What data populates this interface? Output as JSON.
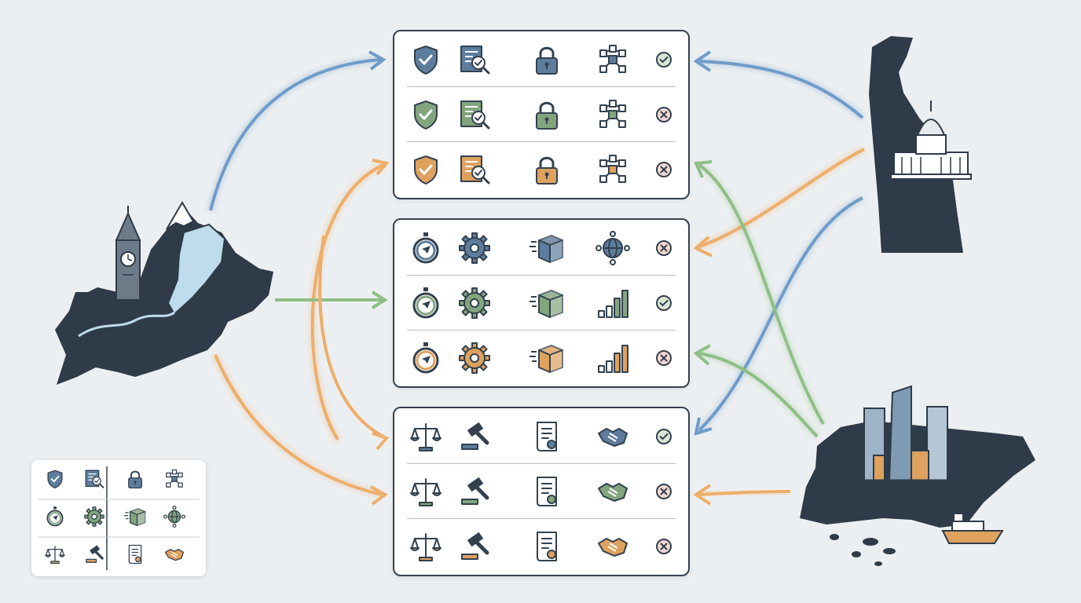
{
  "colors": {
    "background": "#eceff1",
    "ink": "#33414f",
    "blue": "#5e7d9c",
    "green": "#82a57e",
    "orange": "#dea15e",
    "gray": "#b9c1c8",
    "arrow_blue": "#6f9cc9",
    "arrow_green": "#8fbf86",
    "arrow_orange": "#eeae6a",
    "land": "#2f3b49"
  },
  "regions": [
    {
      "name": "mountain-lake-region-map",
      "landmarks": [
        "clock-tower-icon",
        "mountain-icon",
        "lake-icon",
        "river-icon"
      ]
    },
    {
      "name": "coastal-state-map",
      "landmarks": [
        "capitol-building-icon"
      ]
    },
    {
      "name": "island-city-map",
      "landmarks": [
        "skyscrapers-icon",
        "cargo-ship-icon"
      ]
    }
  ],
  "panels": [
    {
      "name": "security-compliance",
      "icons": [
        "shield-check-icon",
        "document-inspect-icon",
        "padlock-icon",
        "network-nodes-icon"
      ],
      "rows": [
        {
          "tone": "blue",
          "status": "check"
        },
        {
          "tone": "green",
          "status": "cross"
        },
        {
          "tone": "orange",
          "status": "cross"
        }
      ]
    },
    {
      "name": "operations-logistics",
      "icons": [
        "stopwatch-icon",
        "gear-icon",
        "package-icon",
        "globe-network-icon"
      ],
      "rows": [
        {
          "tone": "blue",
          "status": "cross",
          "last_icon": "globe-network-icon"
        },
        {
          "tone": "green",
          "status": "check",
          "last_icon": "bar-chart-icon"
        },
        {
          "tone": "orange",
          "status": "cross",
          "last_icon": "bar-chart-icon"
        }
      ]
    },
    {
      "name": "legal-contracts",
      "icons": [
        "scales-icon",
        "gavel-icon",
        "certificate-scroll-icon",
        "handshake-icon"
      ],
      "rows": [
        {
          "tone": "blue",
          "status": "check"
        },
        {
          "tone": "green",
          "status": "cross"
        },
        {
          "tone": "orange",
          "status": "cross"
        }
      ]
    }
  ],
  "legend": {
    "rows": [
      {
        "tone": "blue",
        "icons": [
          "shield-check-icon",
          "document-inspect-icon",
          "padlock-icon",
          "network-nodes-icon"
        ]
      },
      {
        "tone": "green",
        "icons": [
          "stopwatch-icon",
          "gear-icon",
          "package-icon",
          "globe-network-icon"
        ]
      },
      {
        "tone": "orange",
        "icons": [
          "scales-icon",
          "gavel-icon",
          "certificate-scroll-icon",
          "handshake-icon"
        ]
      }
    ]
  },
  "flows": [
    {
      "from": "mountain-lake-region-map",
      "to": "security-compliance",
      "color": "blue"
    },
    {
      "from": "mountain-lake-region-map",
      "to": "security-compliance",
      "color": "orange"
    },
    {
      "from": "mountain-lake-region-map",
      "to": "operations-logistics",
      "color": "green"
    },
    {
      "from": "mountain-lake-region-map",
      "to": "legal-contracts",
      "color": "orange"
    },
    {
      "from": "coastal-state-map",
      "to": "security-compliance",
      "color": "blue"
    },
    {
      "from": "coastal-state-map",
      "to": "operations-logistics",
      "color": "orange"
    },
    {
      "from": "coastal-state-map",
      "to": "legal-contracts",
      "color": "blue"
    },
    {
      "from": "island-city-map",
      "to": "security-compliance",
      "color": "green"
    },
    {
      "from": "island-city-map",
      "to": "operations-logistics",
      "color": "green"
    },
    {
      "from": "island-city-map",
      "to": "legal-contracts",
      "color": "orange"
    }
  ]
}
